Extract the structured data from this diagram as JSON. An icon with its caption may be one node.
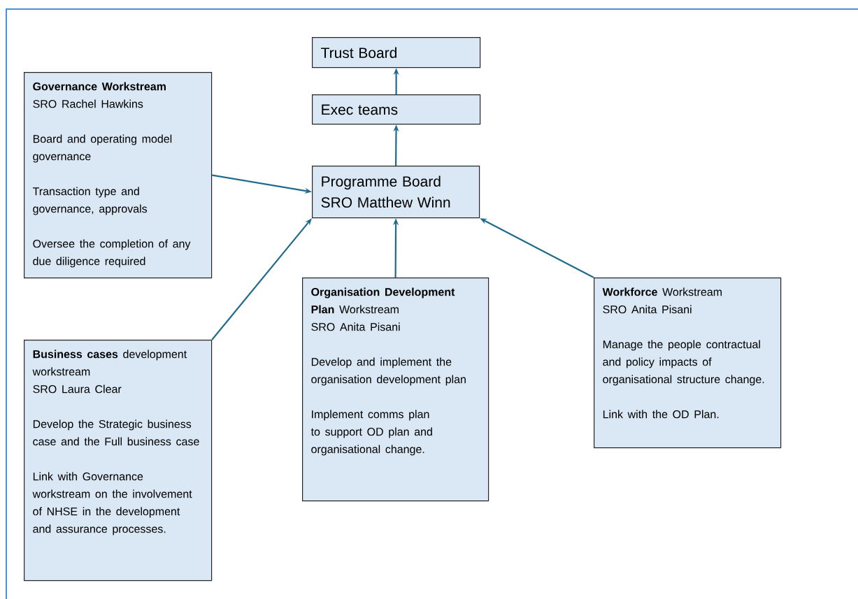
{
  "diagram": {
    "nodes": [
      {
        "text": [
          "Trust Board"
        ]
      },
      {
        "text": [
          "Exec teams"
        ]
      },
      {
        "text": [
          "Programme Board SRO Matthew Winn"
        ]
      },
      {
        "text": [
          "Governance Workstream",
          "SRO Rachel Hawkins",
          "Board and operating model governance",
          "Transaction type and governance, approvals",
          "Oversee the completion of any due diligence required"
        ]
      },
      {
        "text": [
          "**Business cases** development workstream",
          "SRO Laura Clear",
          "Develop the Strategic business case and the Full business case",
          "Link with Governance workstream on the involvement of NHSE in the development and assurance processes."
        ]
      },
      {
        "text": [
          "**Organisation Development Plan** Workstream",
          "SRO Anita Pisani",
          "Develop and implement the organisation development plan",
          "Implement comms plan to support OD plan and organisational change."
        ]
      },
      {
        "text": [
          "**Workforce** Workstream",
          "SRO Anita Pisani",
          "Manage the people contractual and policy impacts of organisational structure change.",
          "Link with the OD Plan."
        ]
      }
    ],
    "edges": [
      {
        "from": 1,
        "to": 0,
        "arrow": "to"
      },
      {
        "from": 2,
        "to": 1,
        "arrow": "to"
      },
      {
        "from": 3,
        "to": 2,
        "arrow": "to"
      },
      {
        "from": 4,
        "to": 2,
        "arrow": "to"
      },
      {
        "from": 5,
        "to": 2,
        "arrow": "to"
      },
      {
        "from": 6,
        "to": 2,
        "arrow": "to"
      }
    ]
  }
}
